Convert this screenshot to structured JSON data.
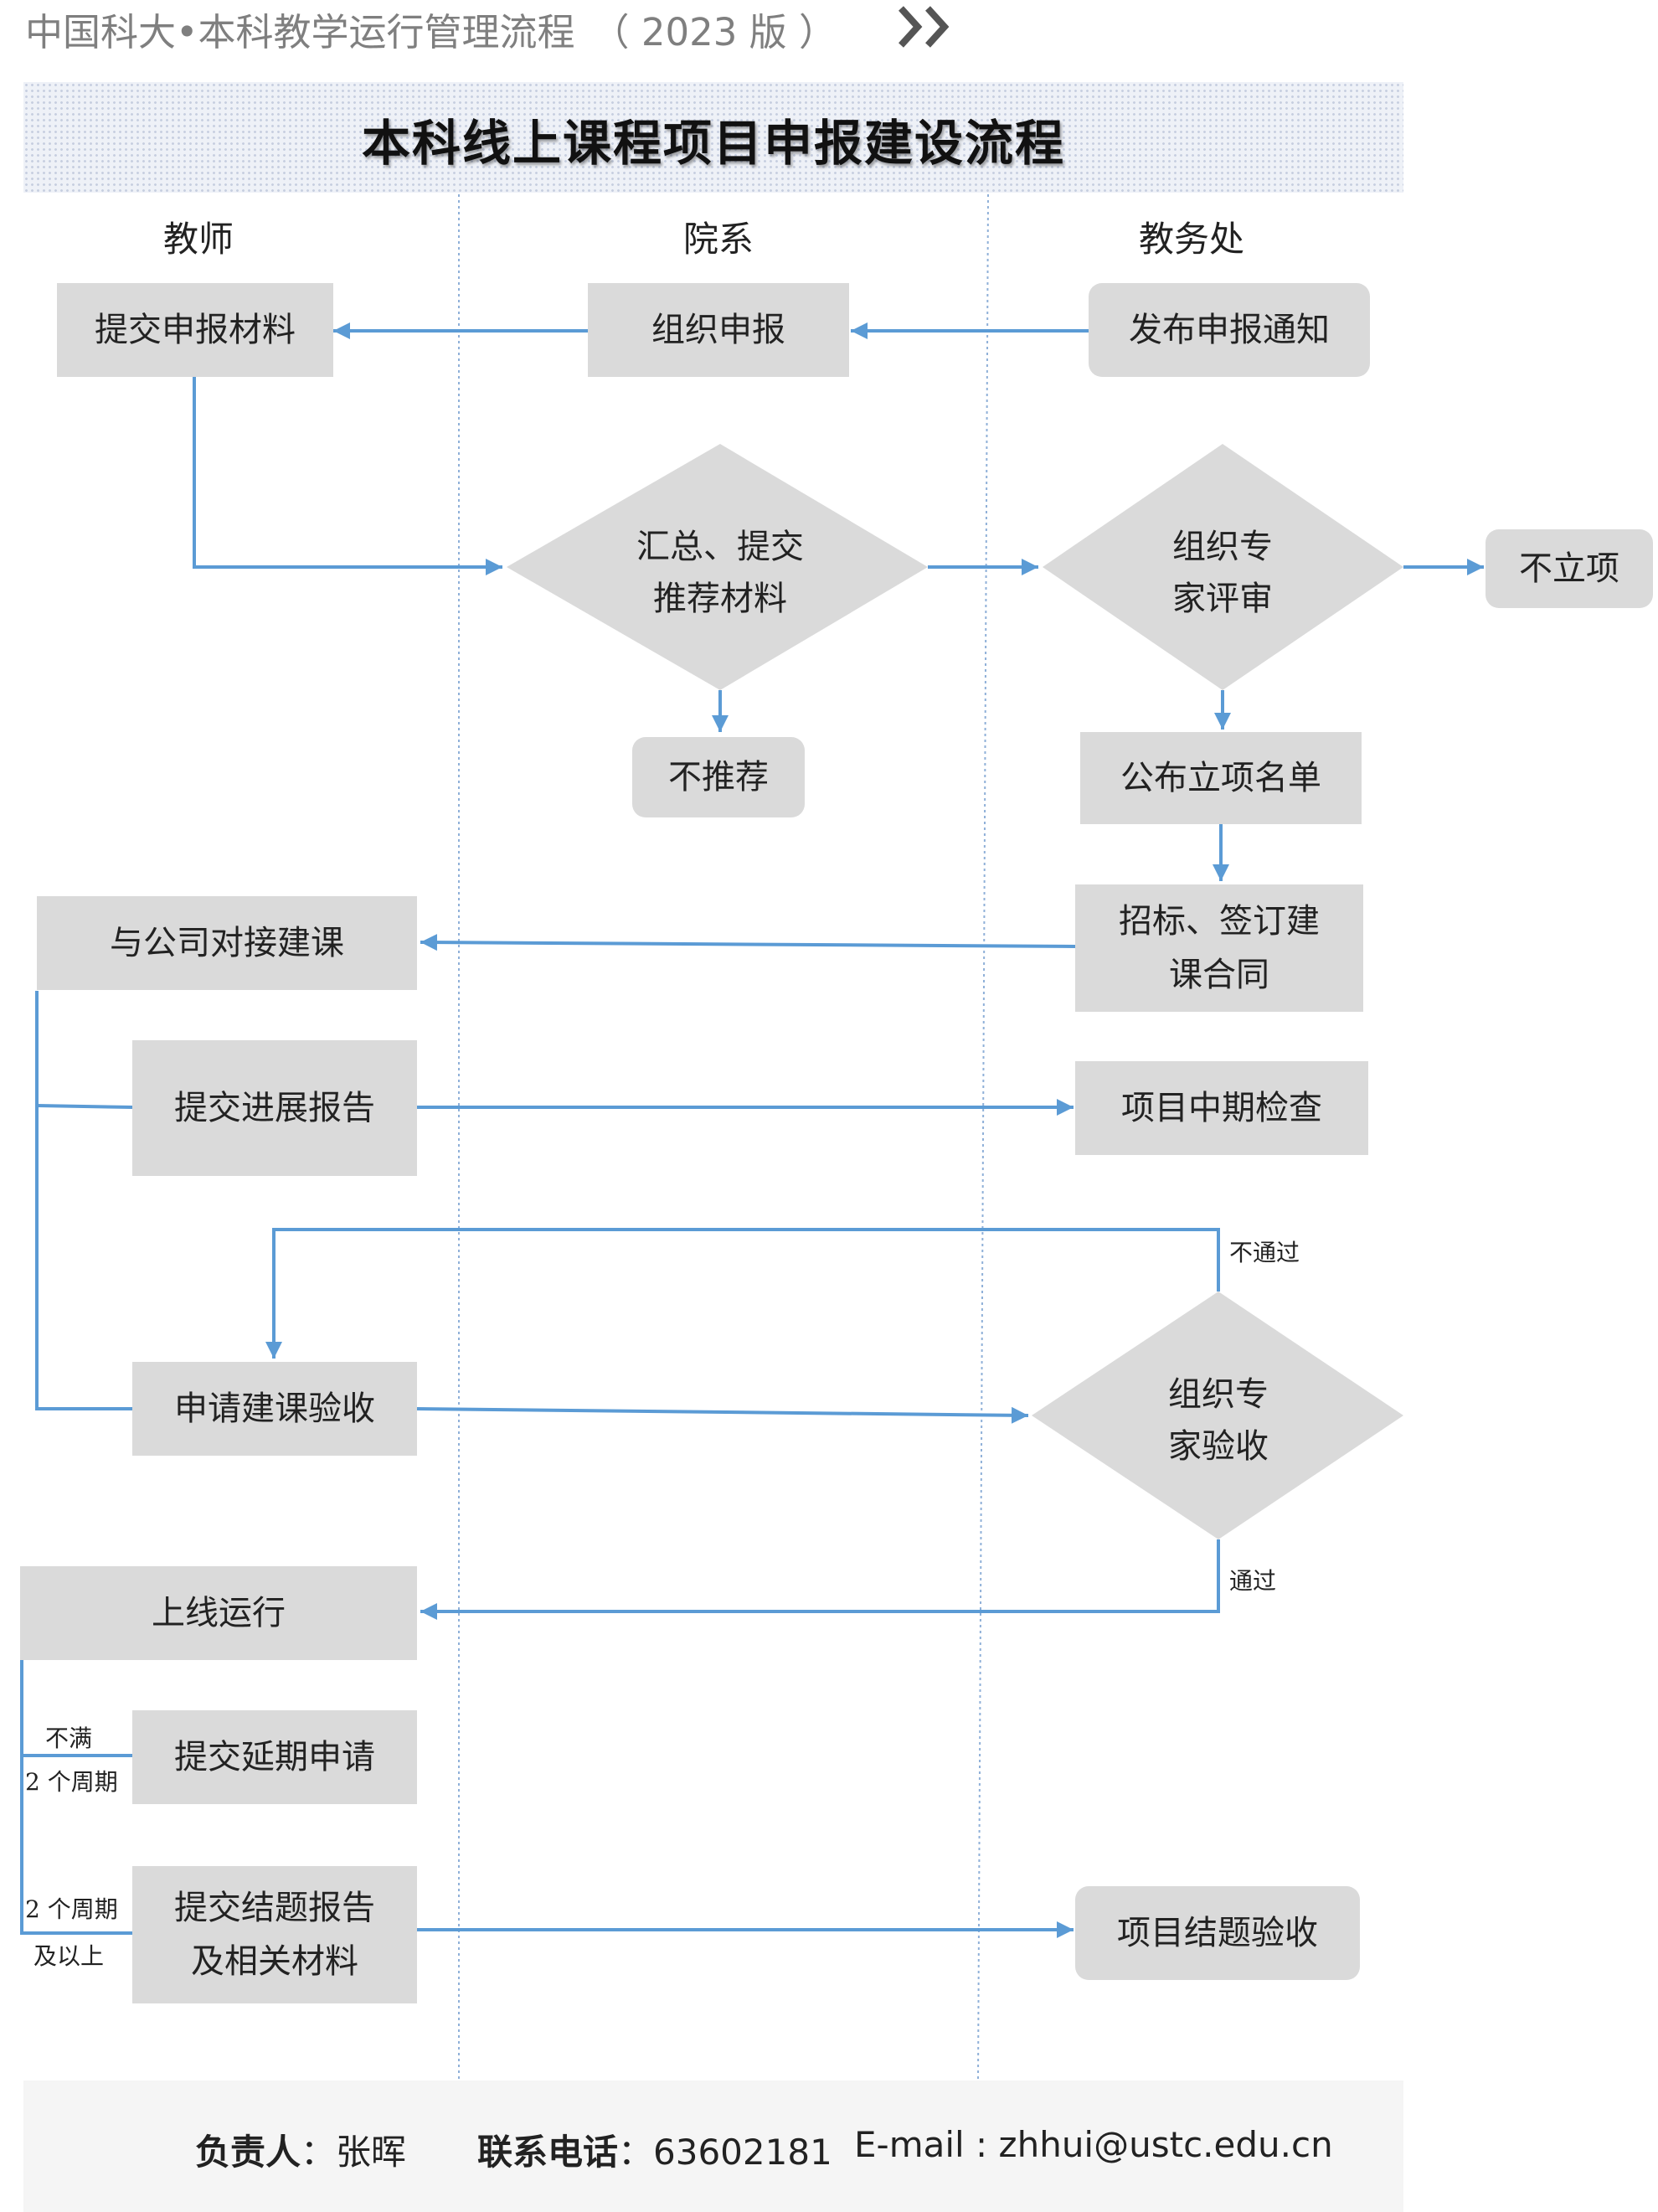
{
  "header": {
    "text": "中国科大•本科教学运行管理流程",
    "version": "（ 2023 版 ）"
  },
  "title": "本科线上课程项目申报建设流程",
  "lanes": [
    "教师",
    "院系",
    "教务处"
  ],
  "nodes": {
    "submit_materials": "提交申报材料",
    "organize_application": "组织申报",
    "publish_notice": "发布申报通知",
    "collect_line1": "汇总、提交",
    "collect_line2": "推荐材料",
    "review_line1": "组织专",
    "review_line2": "家评审",
    "not_approved": "不立项",
    "not_recommended": "不推荐",
    "publish_list": "公布立项名单",
    "tender_line1": "招标、签订建",
    "tender_line2": "课合同",
    "company_build": "与公司对接建课",
    "progress_report": "提交进展报告",
    "midterm_check": "项目中期检查",
    "apply_acceptance": "申请建课验收",
    "acceptance_line1": "组织专",
    "acceptance_line2": "家验收",
    "go_online": "上线运行",
    "extension": "提交延期申请",
    "final_report_line1": "提交结题报告",
    "final_report_line2": "及相关材料",
    "final_acceptance": "项目结题验收"
  },
  "edge_labels": {
    "fail": "不通过",
    "pass": "通过",
    "under_two_line1": "不满",
    "under_two_line2": "2 个周期",
    "over_two_line1": "2 个周期",
    "over_two_line2": "及以上"
  },
  "footer": {
    "owner_label": "负责人",
    "owner": "：张晖",
    "phone_label": "联系电话",
    "phone": "：63602181",
    "email": "E-mail : zhhui@ustc.edu.cn"
  },
  "colors": {
    "connector": "#5b9bd5",
    "box_fill": "#dadada",
    "header_text": "#7f7f7f"
  }
}
